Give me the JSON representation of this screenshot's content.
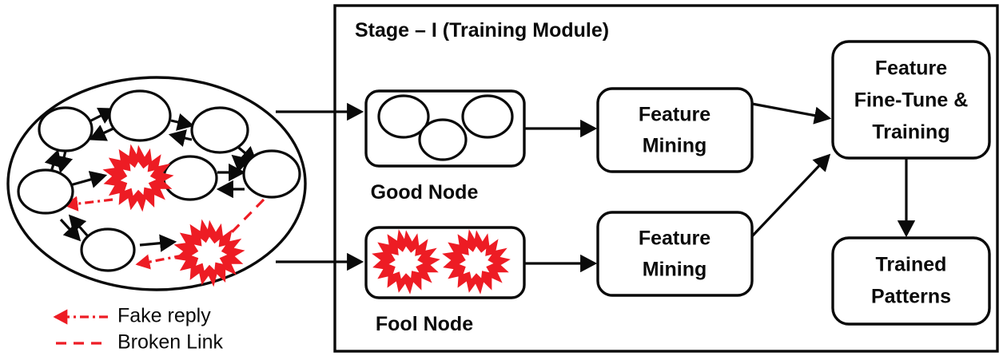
{
  "figure": {
    "title": "Stage – I (Training Module)",
    "accent_red": "#ED1C24",
    "line_black": "#0A0A0A",
    "background": "#FFFFFF"
  },
  "stage_box": {
    "title": "Stage – I (Training Module)"
  },
  "blocks": {
    "good_node": {
      "caption": "Good Node",
      "circle_count": 3
    },
    "fool_node": {
      "caption": "Fool Node",
      "burst_count": 2
    },
    "feature_mining_top": {
      "line1": "Feature",
      "line2": "Mining"
    },
    "feature_mining_bottom": {
      "line1": "Feature",
      "line2": "Mining"
    },
    "feature_fine_tune": {
      "line1": "Feature",
      "line2": "Fine-Tune &",
      "line3": "Training"
    },
    "trained_patterns": {
      "line1": "Trained",
      "line2": "Patterns"
    }
  },
  "network": {
    "node_count": 7,
    "burst_count": 2,
    "shape": "ellipse"
  },
  "legend": {
    "items": [
      {
        "label": "Fake reply",
        "style": "dash-dot-arrow",
        "color": "#ED1C24"
      },
      {
        "label": "Broken Link",
        "style": "dashed-line",
        "color": "#ED1C24"
      }
    ]
  }
}
